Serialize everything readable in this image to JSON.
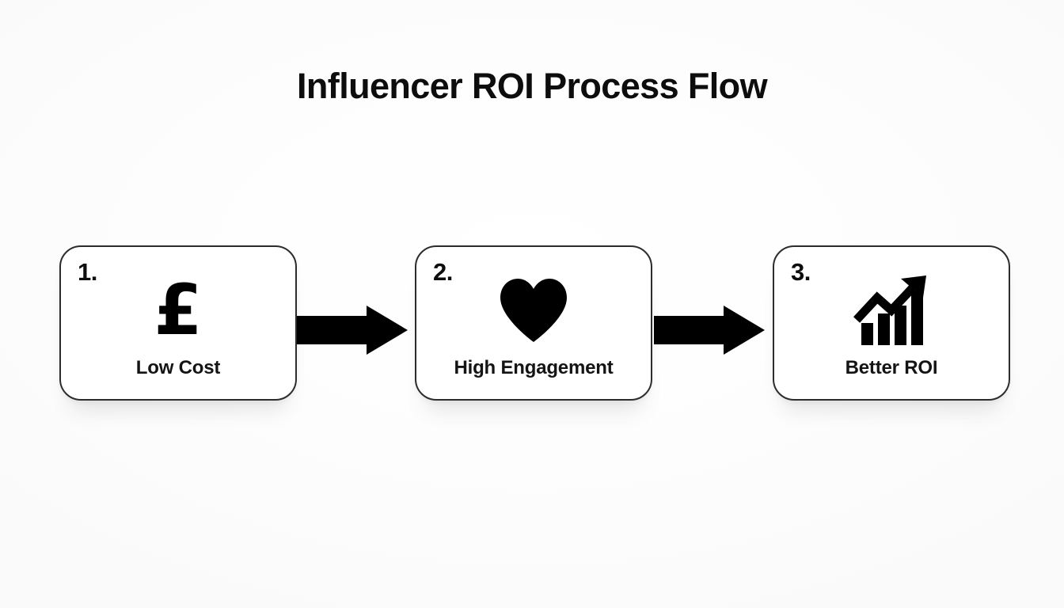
{
  "page": {
    "title": "Influencer ROI Process Flow",
    "background_color": "#fdfdfd",
    "accent_color": "#000000",
    "card_border_color": "#2c2c2c"
  },
  "flow": {
    "steps": [
      {
        "number": "1.",
        "icon": "pound-sterling-icon",
        "icon_glyph": "£",
        "label": "Low Cost"
      },
      {
        "number": "2.",
        "icon": "heart-icon",
        "icon_glyph": "♥",
        "label": "High Engagement"
      },
      {
        "number": "3.",
        "icon": "growth-chart-arrow-icon",
        "icon_glyph": "",
        "label": "Better ROI"
      }
    ],
    "connectors": [
      {
        "icon": "right-arrow-icon",
        "from": "Low Cost",
        "to": "High Engagement"
      },
      {
        "icon": "right-arrow-icon",
        "from": "High Engagement",
        "to": "Better ROI"
      }
    ]
  }
}
